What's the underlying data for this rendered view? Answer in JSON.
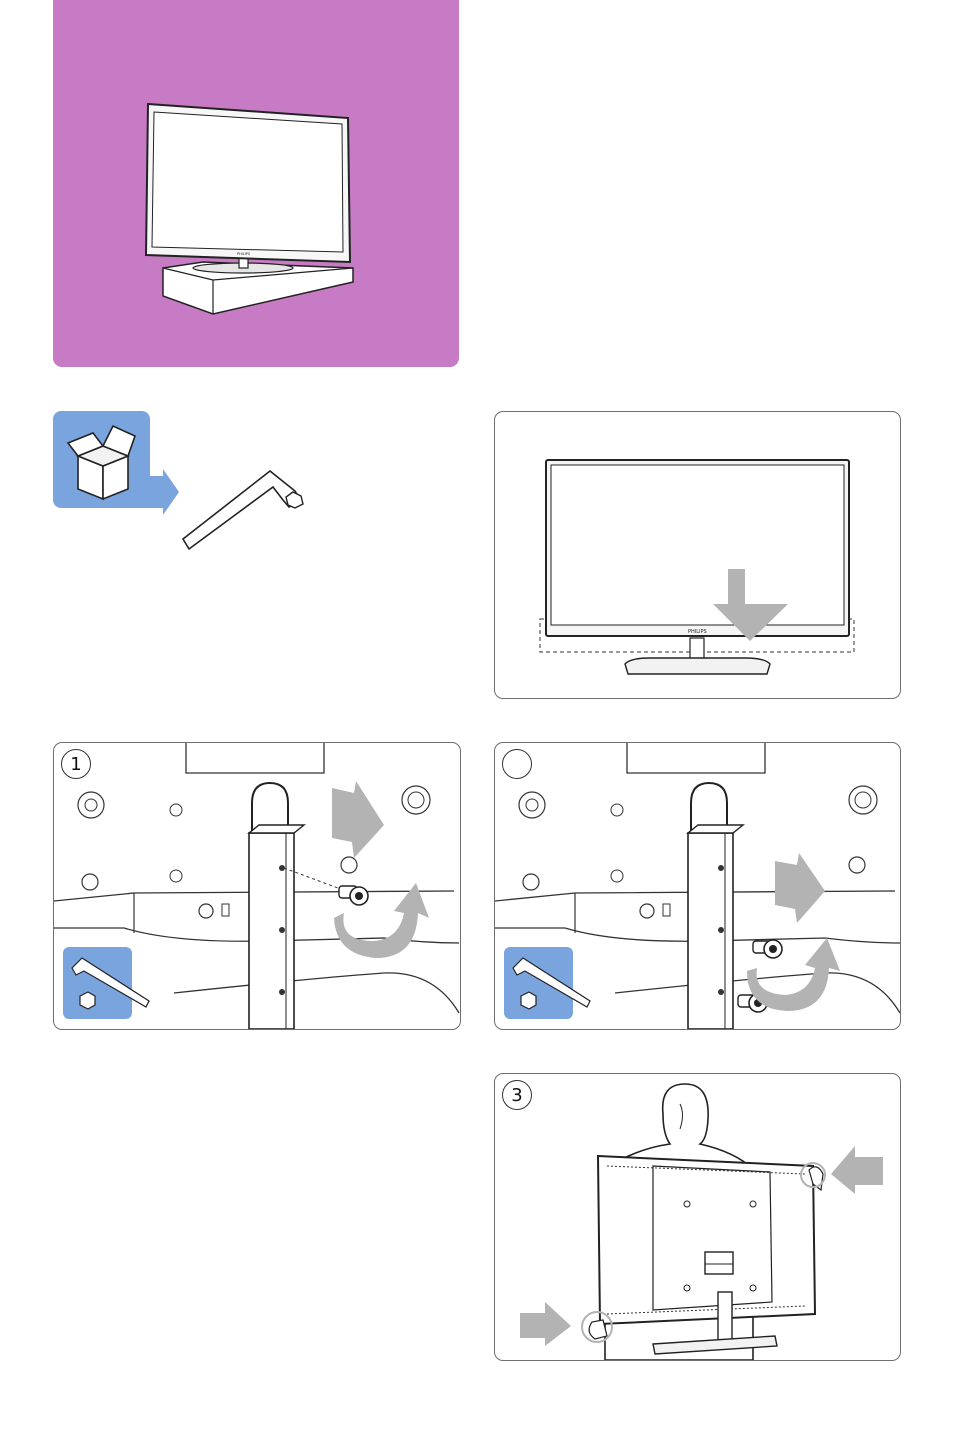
{
  "page": {
    "hero_color": "#c77bc4",
    "accent_blue": "#7aa4de",
    "arrow_gray": "#b3b3b3"
  },
  "hero": {
    "tv_logo": "PHILIPS"
  },
  "front_panel": {
    "tv_logo": "PHILIPS"
  },
  "steps": [
    {
      "number": "1"
    },
    {
      "number": ""
    },
    {
      "number": "3"
    }
  ],
  "icons": [
    "box-icon",
    "allen-key-icon",
    "down-arrow-icon",
    "screw-icon",
    "rotate-arrow-icon",
    "hexagon-icon",
    "push-arrow-icon"
  ]
}
